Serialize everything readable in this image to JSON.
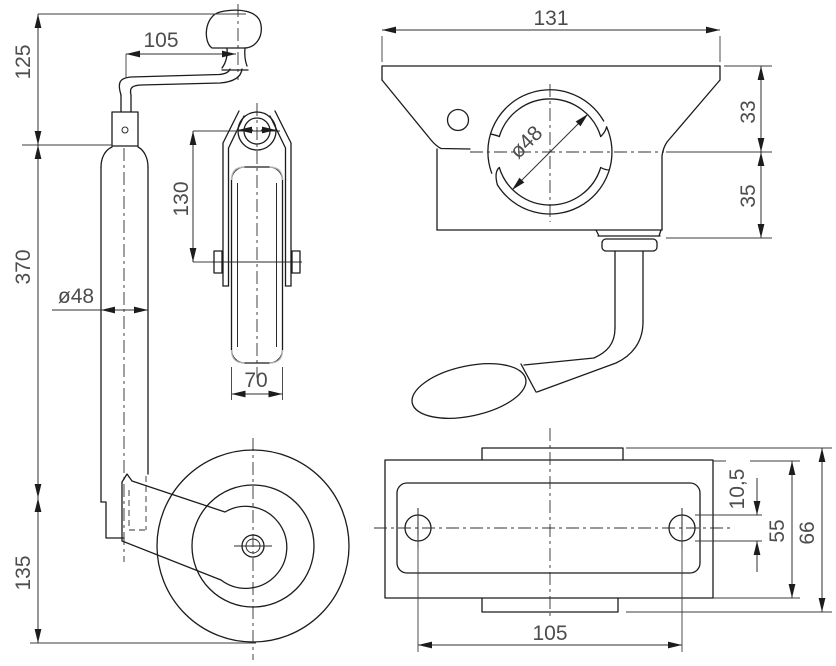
{
  "drawing": {
    "type": "technical-drawing",
    "subject": "trailer jockey wheel with clamp bracket and mounting plate",
    "background": "#ffffff",
    "line_color": "#1c1c1c",
    "dim_text_color": "#4d4d4d",
    "views": {
      "side_view": {
        "name": "side view of jockey wheel",
        "dims": {
          "crank_height": "125",
          "crank_radius": "105",
          "tube_length": "370",
          "stroke": "135",
          "tube_diameter": "ø48"
        }
      },
      "front_view": {
        "name": "front view of wheel fork",
        "dims": {
          "fork_length": "130",
          "wheel_width": "70"
        }
      },
      "clamp_view": {
        "name": "clamp bracket top view",
        "dims": {
          "overall_width": "131",
          "bore_diameter": "ø48",
          "upper_height": "33",
          "lower_height": "35"
        }
      },
      "plate_view": {
        "name": "mounting plate view",
        "dims": {
          "hole_diameter": "10,5",
          "plate_height": "55",
          "overall_height": "66",
          "hole_spacing": "105"
        }
      }
    }
  }
}
